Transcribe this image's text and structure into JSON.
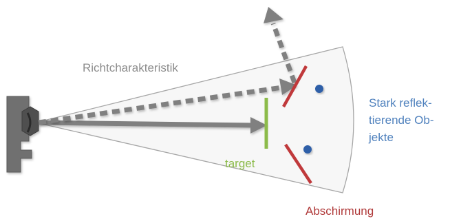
{
  "labels": {
    "beam": "Richtcharakteristik",
    "target": "target",
    "reflective_line1": "Stark reflek-",
    "reflective_line2": "tierende Ob-",
    "reflective_line3": "jekte",
    "shielding": "Abschirmung"
  },
  "colors": {
    "sensor_body": "#6f6f6f",
    "beam_fill": "#f7f7f7",
    "beam_outline": "#a6a6a6",
    "arrow": "#808080",
    "target": "#8cbb4a",
    "shield": "#c0393b",
    "object": "#2e5ea8",
    "beam_label": "#8c8c8c",
    "reflective_label": "#4f81bd",
    "shielding_label": "#b03a3a"
  },
  "icons": {
    "sensor": "ultrasonic-sensor-icon",
    "object": "reflective-object-dot-icon"
  }
}
